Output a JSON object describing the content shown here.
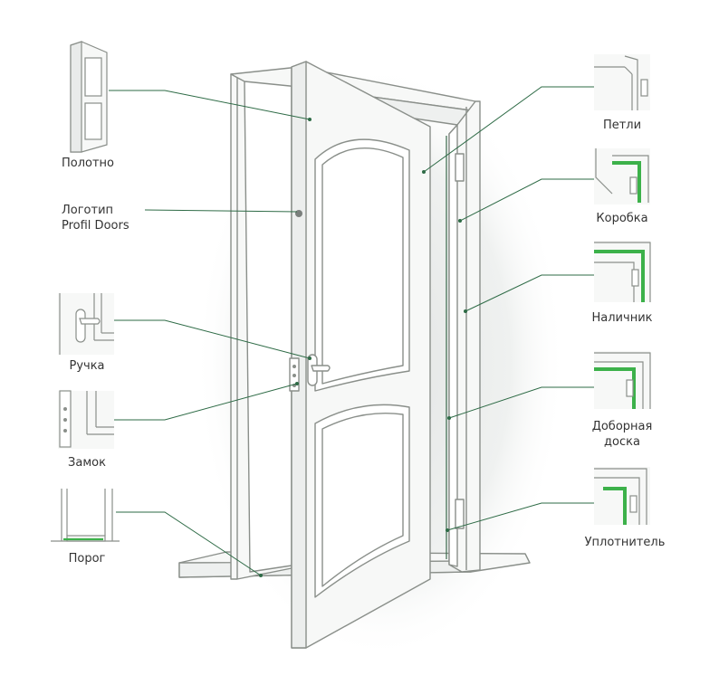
{
  "labels": {
    "leaf": "Полотно",
    "logo_line1": "Логотип",
    "logo_line2": "Profil Doors",
    "handle": "Ручка",
    "lock": "Замок",
    "threshold": "Порог",
    "hinges": "Петли",
    "frame": "Коробка",
    "casing": "Наличник",
    "extension_line1": "Доборная",
    "extension_line2": "доска",
    "seal": "Уплотнитель"
  },
  "colors": {
    "outline": "#8a8f8a",
    "leader": "#2e6b46",
    "accent": "#3cb14a",
    "fill": "#f7f8f7",
    "shadow": "#e9ebea"
  }
}
